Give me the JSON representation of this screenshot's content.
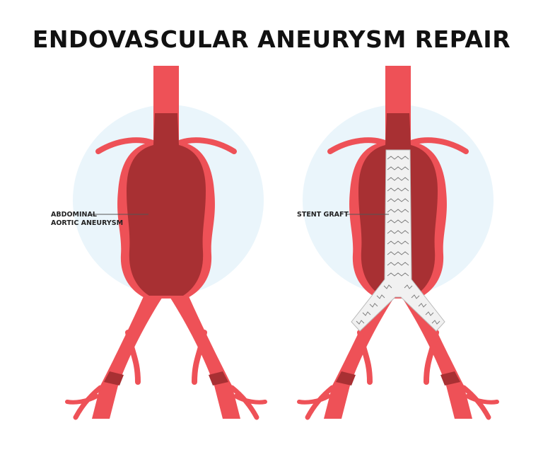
{
  "title": "ENDOVASCULAR ANEURYSM REPAIR",
  "labels": {
    "aneurysm_line1": "ABDOMINAL",
    "aneurysm_line2": "AORTIC ANEURYSM",
    "stent": "STENT GRAFT"
  },
  "colors": {
    "vessel": "#ee5157",
    "vessel_dark": "#a83033",
    "background_circle": "#eaf5fb",
    "stent_fill": "#f1f1f1",
    "leader_line": "#555555",
    "title_text": "#111111"
  }
}
